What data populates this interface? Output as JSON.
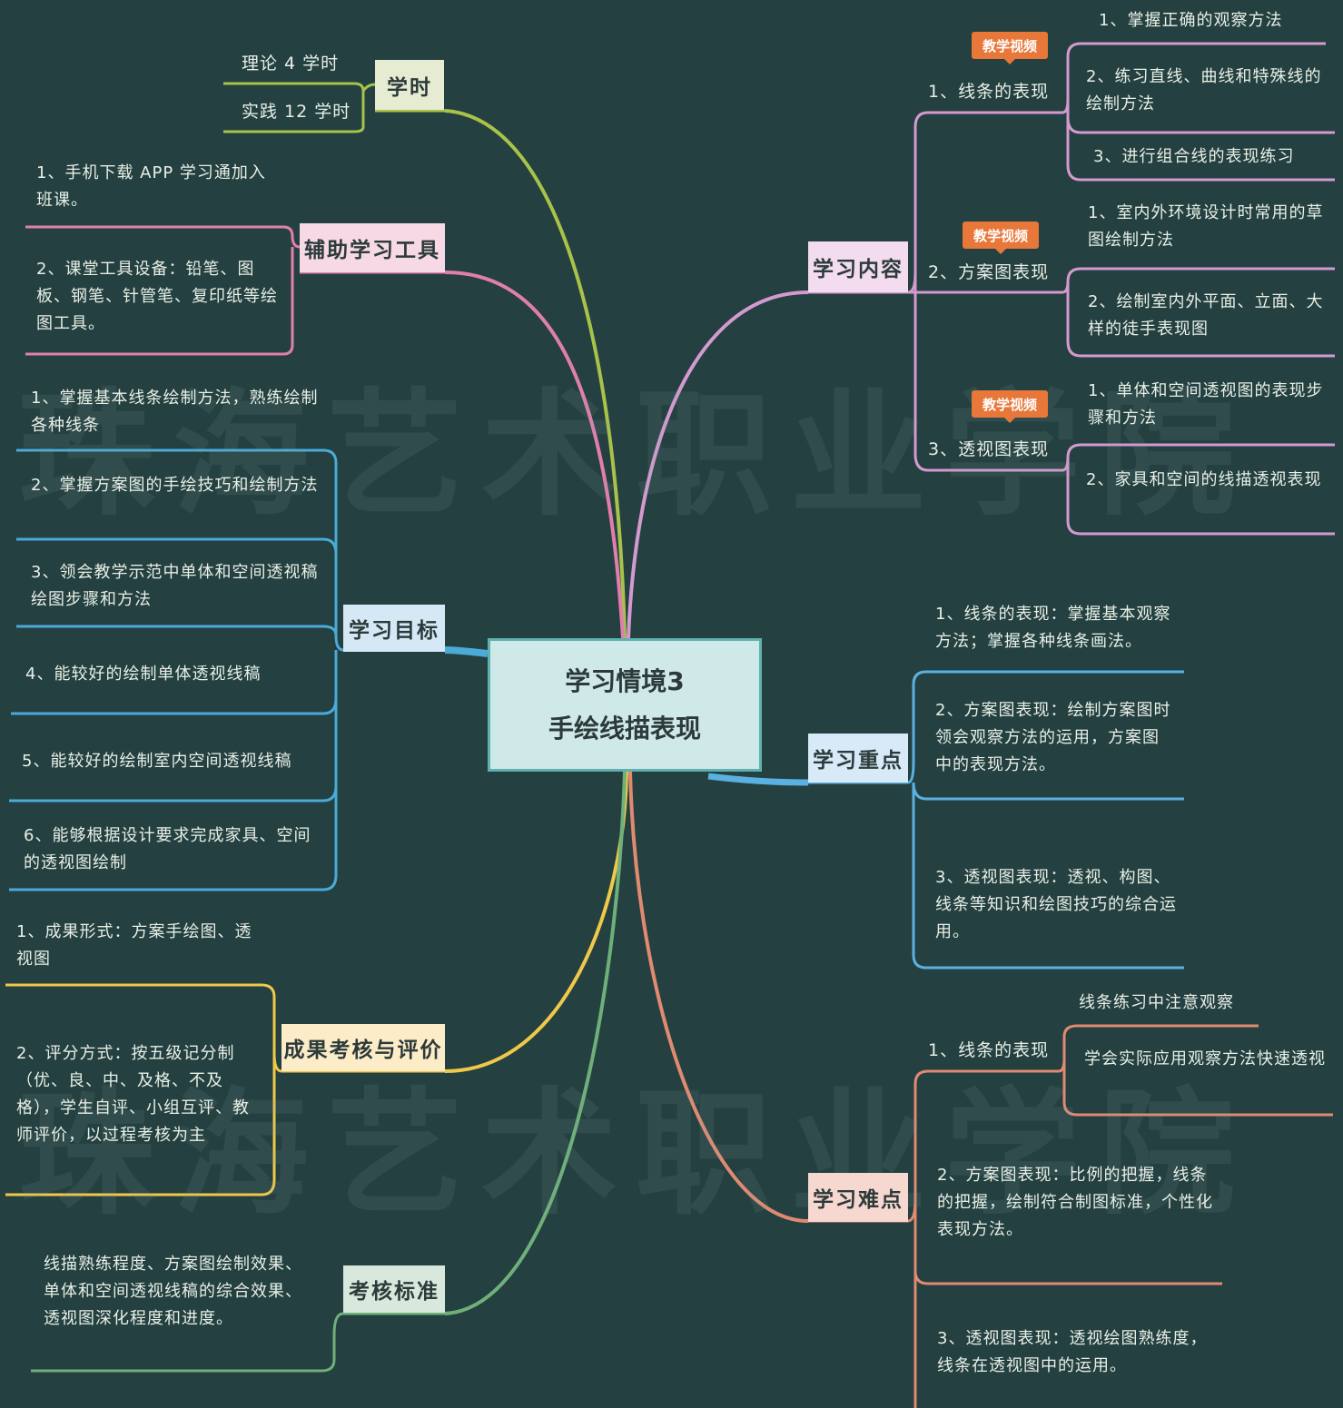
{
  "watermark": "珠海艺术职业学院",
  "center": {
    "line1": "学习情境3",
    "line2": "手绘线描表现"
  },
  "badge_label": "教学视频",
  "hours": {
    "title": "学时",
    "items": [
      "理论 4 学时",
      "实践 12 学时"
    ]
  },
  "tools": {
    "title": "辅助学习工具",
    "items": [
      "1、手机下载 APP 学习通加入班课。",
      "2、课堂工具设备：铅笔、图板、钢笔、针管笔、复印纸等绘图工具。"
    ]
  },
  "goals": {
    "title": "学习目标",
    "items": [
      "1、掌握基本线条绘制方法，熟练绘制各种线条",
      "2、掌握方案图的手绘技巧和绘制方法",
      "3、领会教学示范中单体和空间透视稿绘图步骤和方法",
      "4、能较好的绘制单体透视线稿",
      "5、能较好的绘制室内空间透视线稿",
      "6、能够根据设计要求完成家具、空间的透视图绘制"
    ]
  },
  "assessment": {
    "title": "成果考核与评价",
    "items": [
      "1、成果形式：方案手绘图、透视图",
      "2、评分方式：按五级记分制（优、良、中、及格、不及格），学生自评、小组互评、教师评价，以过程考核为主"
    ]
  },
  "standard": {
    "title": "考核标准",
    "items": [
      "线描熟练程度、方案图绘制效果、单体和空间透视线稿的综合效果、透视图深化程度和进度。"
    ]
  },
  "content": {
    "title": "学习内容",
    "groups": [
      {
        "label": "1、线条的表现",
        "items": [
          "1、掌握正确的观察方法",
          "2、练习直线、曲线和特殊线的绘制方法",
          "3、进行组合线的表现练习"
        ]
      },
      {
        "label": "2、方案图表现",
        "items": [
          "1、室内外环境设计时常用的草图绘制方法",
          "2、绘制室内外平面、立面、大样的徒手表现图"
        ]
      },
      {
        "label": "3、透视图表现",
        "items": [
          "1、单体和空间透视图的表现步骤和方法",
          "2、家具和空间的线描透视表现"
        ]
      }
    ]
  },
  "key_points": {
    "title": "学习重点",
    "items": [
      "1、线条的表现：掌握基本观察方法；掌握各种线条画法。",
      "2、方案图表现：绘制方案图时领会观察方法的运用，方案图中的表现方法。",
      "3、透视图表现：透视、构图、线条等知识和绘图技巧的综合运用。"
    ]
  },
  "difficulties": {
    "title": "学习难点",
    "group_label": "1、线条的表现",
    "group_items": [
      "线条练习中注意观察",
      "学会实际应用观察方法快速透视"
    ],
    "items": [
      "2、方案图表现：比例的把握，线条的把握，绘制符合制图标准，个性化表现方法。",
      "3、透视图表现：透视绘图熟练度，线条在透视图中的运用。"
    ]
  },
  "colors": {
    "background": "#244040",
    "hours": "#a8c24a",
    "tools": "#e07fae",
    "goals": "#4aaad8",
    "assessment": "#f0c84a",
    "standard": "#6fb07a",
    "content": "#d49ad0",
    "key_points": "#5ab0e0",
    "difficulties": "#e08a72"
  }
}
